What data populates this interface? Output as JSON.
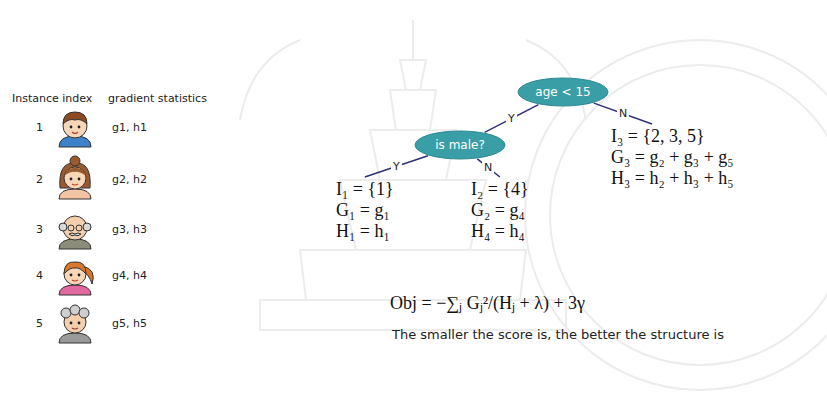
{
  "diagram": {
    "nodes": [
      {
        "text": [
          "age < 15"
        ]
      },
      {
        "text": [
          "is male?"
        ]
      },
      {
        "text": [
          "I₁ = {1}",
          "G₁ = g₁",
          "H₁ = h₁"
        ]
      },
      {
        "text": [
          "I₂ = {4}",
          "G₂ = g₄",
          "H₄ = h₄"
        ]
      },
      {
        "text": [
          "I₃ = {2, 3, 5}",
          "G₃ = g₂ + g₃ + g₅",
          "H₃ = h₂ + h₃ + h₅"
        ]
      }
    ],
    "edges": [
      {
        "from": 0,
        "to": 1,
        "arrow": "none",
        "label": "Y"
      },
      {
        "from": 0,
        "to": 4,
        "arrow": "none",
        "label": "N"
      },
      {
        "from": 1,
        "to": 2,
        "arrow": "none",
        "label": "Y"
      },
      {
        "from": 1,
        "to": 3,
        "arrow": "none",
        "label": "N"
      }
    ],
    "labels": [
      "Instance index",
      "gradient statistics",
      "1",
      "g1, h1",
      "2",
      "g2, h2",
      "3",
      "g3, h3",
      "4",
      "g4, h4",
      "5",
      "g5, h5",
      "Obj = −∑ⱼ Gⱼ²/(Hⱼ + λ) + 3γ",
      "The smaller the score is, the better the structure is"
    ]
  }
}
